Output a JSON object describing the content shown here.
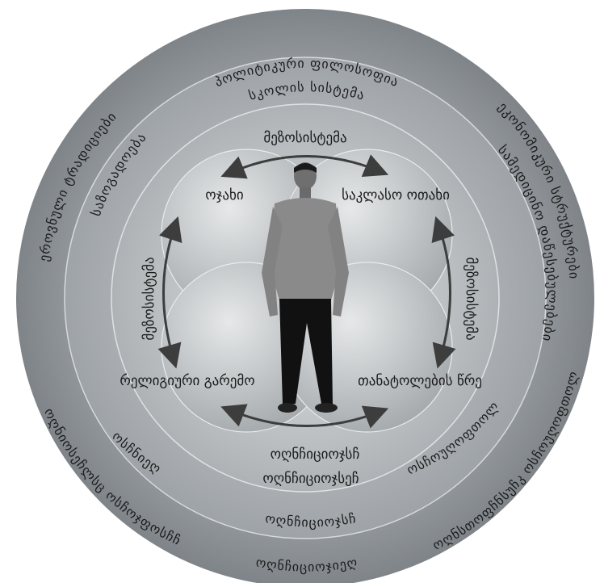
{
  "labels": {
    "outer_top": "პოლიტიკური ფილოსოფია",
    "outer_top_left": "ეროვნული ტრადიციები",
    "outer_top_right": "ეკონომიკური სტრუქტურები",
    "outer_bottom_left": "ოღნიოსეჩლსც ოსჩოჯფოსჩჩ",
    "outer_bottom_right": "ოღნსთოფჩნსუჩკ ოსჩოუღოფთოლ",
    "outer_bottom": "ოღნჩიციოჯიეღ",
    "middle_top": "სკოლის სისტემა",
    "middle_top_left": "საზოგადოება",
    "middle_top_right": "სამედიცინო დაწესებულებები",
    "middle_bottom_left": "ოსჩნიეღ",
    "middle_bottom_right": "ოსჩოუღოფთოლ",
    "middle_bottom": "ოღნჩიციოჯსჩ",
    "inner_bottom_1": "ოღნჩიციოჯსჩ",
    "inner_bottom_2": "ოღნჩიციოჯსეჩ",
    "meso_top": "მეზოსისტემა",
    "meso_left": "მეზოსისტემა",
    "meso_right": "მეზოსისტემა",
    "micro_top_left": "ოჯახი",
    "micro_top_right": "საკლასო ოთახი",
    "micro_bottom_left": "რელიგიური გარემო",
    "micro_bottom_right": "თანატოლების წრე"
  },
  "colors": {
    "outer_ring": "#8f9498",
    "middle_ring": "#a9aeb2",
    "inner_ring": "#bfc3c6",
    "core": "#c9cdd0",
    "lobe": "#b3b8bb",
    "arrow": "#3d3d3d"
  }
}
